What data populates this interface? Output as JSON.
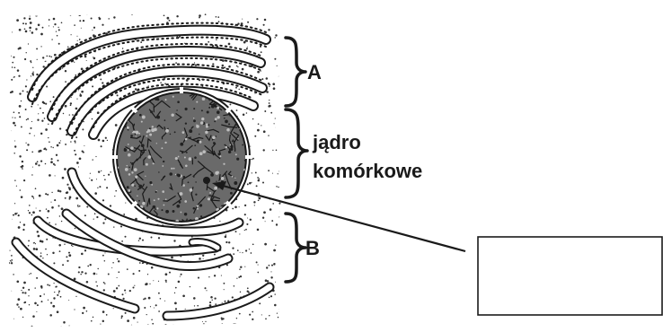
{
  "labels": {
    "a": "A",
    "nucleus_line1": "jądro",
    "nucleus_line2": "komórkowe",
    "b": "B"
  },
  "answer_box": {
    "value": ""
  },
  "colors": {
    "ink": "#1a1a1a",
    "background": "#ffffff",
    "cytoplasm_dots": "#333333"
  }
}
